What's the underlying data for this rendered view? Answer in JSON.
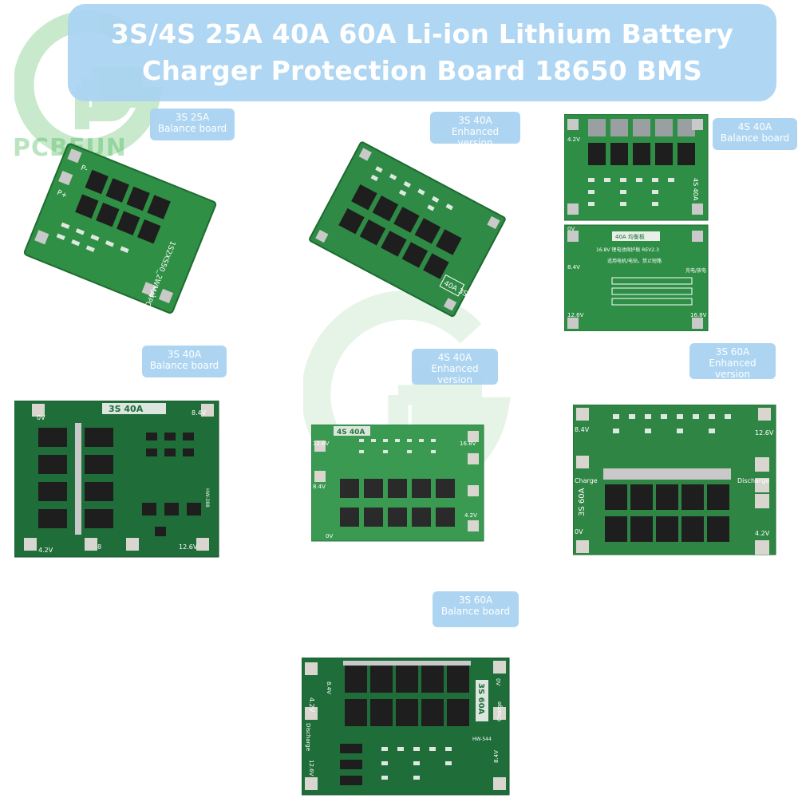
{
  "title": {
    "line1": "3S/4S 25A 40A 60A Li-ion Lithium Battery",
    "line2": "Charger Protection Board 18650 BMS"
  },
  "watermark": {
    "brand": "PCBFUN"
  },
  "labels": [
    {
      "line1": "3S 25A",
      "line2": "Balance board"
    },
    {
      "line1": "3S 40A",
      "line2": "Enhanced version"
    },
    {
      "line1": "4S 40A",
      "line2": "Balance board"
    },
    {
      "line1": "3S 40A",
      "line2": "Balance board"
    },
    {
      "line1": "4S 40A",
      "line2": "Enhanced version"
    },
    {
      "line1": "3S 60A",
      "line2": "Enhanced version"
    },
    {
      "line1": "3S 60A",
      "line2": "Balance board"
    }
  ],
  "boards": {
    "b1": {
      "silk": "1S2XS50_2WM/4PCS",
      "p_minus": "P-",
      "p_plus": "P+",
      "b_minus": "B-"
    },
    "b2": {
      "silk": "40A 3S"
    },
    "b3": {
      "top_v": "4.2V",
      "v2": "8.4V",
      "v3": "12.6V",
      "v4": "16.8V",
      "label": "4S 40A",
      "chip": "40A 均衡板",
      "desc": "16.8V 锂电池保护板 REV2.3",
      "warn": "适用电机/电钻，禁止短路",
      "zero": "0V",
      "charge": "充电/放电"
    },
    "b4": {
      "label": "3S 40A",
      "v0": "0V",
      "v1": "8.4V",
      "v2": "4.2V",
      "v3": "8",
      "v4": "12.6V",
      "hw": "HW-288"
    },
    "b5": {
      "label": "4S 40A",
      "v1": "12.6V",
      "v2": "16.8V",
      "v3": "8.4V",
      "v4": "4.2V",
      "v0": "0V"
    },
    "b6": {
      "v1": "8.4V",
      "v2": "12.6V",
      "charge": "Charge",
      "discharge": "Discharge",
      "label": "3S 60A",
      "v0": "0V",
      "v4": "4.2V"
    },
    "b7": {
      "v1": "4.2V",
      "v2": "8.4V",
      "label": "3S 60A",
      "discharge": "Discharge",
      "charge": "Charge",
      "v0": "0V",
      "v3": "12.6V",
      "v4": "8.4V",
      "hw": "HW-544"
    }
  },
  "colors": {
    "banner": "#a9d3f2",
    "pcb": "#1f7a3a",
    "pcb_light": "#3a9a52",
    "mosfet": "#1e1e1e",
    "pad": "#d9d6d0",
    "watermark": "#3cb34a"
  }
}
